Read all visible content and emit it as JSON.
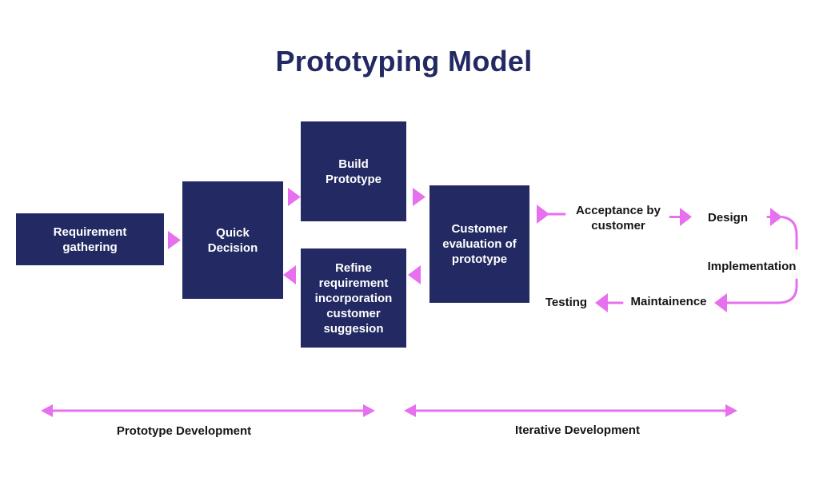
{
  "title": "Prototyping Model",
  "colors": {
    "box": "#232a63",
    "accent": "#e770ef",
    "title": "#232a63",
    "text": "#151515"
  },
  "boxes": {
    "requirement": "Requirement\ngathering",
    "quick_decision": "Quick\nDecision",
    "build_prototype": "Build\nPrototype",
    "refine": "Refine\nrequirement\nincorporation\ncustomer\nsuggesion",
    "customer_evaluation": "Customer\nevaluation of\nprototype"
  },
  "iterative_steps": {
    "acceptance": "Acceptance by\ncustomer",
    "design": "Design",
    "implementation": "Implementation",
    "maintainence": "Maintainence",
    "testing": "Testing"
  },
  "phases": {
    "prototype_development": "Prototype Development",
    "iterative_development": "Iterative Development"
  }
}
